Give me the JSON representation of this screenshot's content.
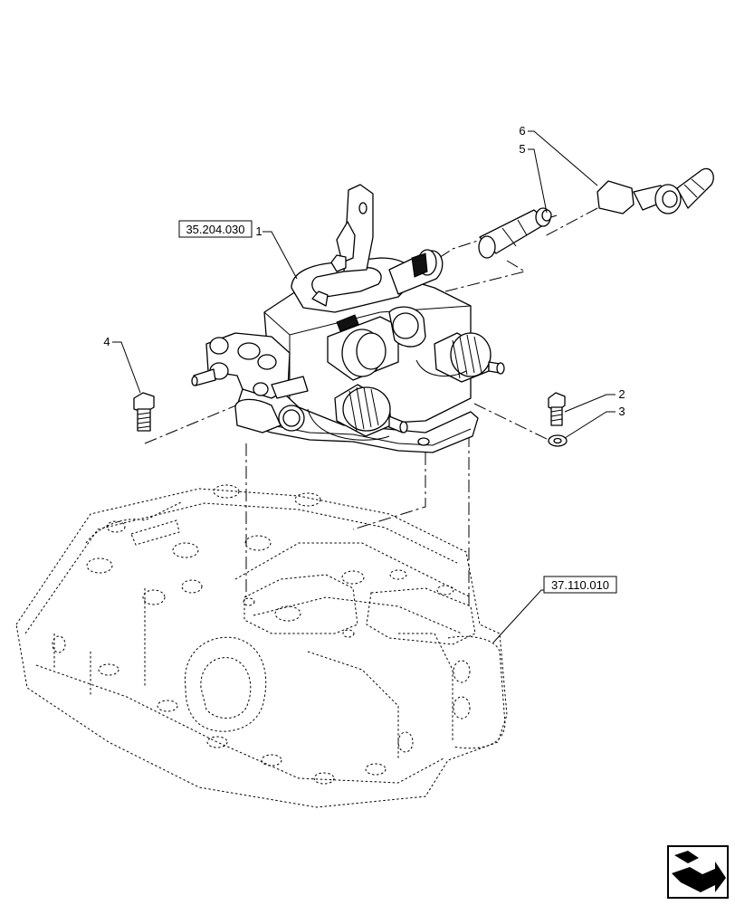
{
  "references": {
    "valve_ref": "35.204.030",
    "housing_ref": "37.110.010"
  },
  "callouts": [
    {
      "id": "1",
      "label": "1"
    },
    {
      "id": "2",
      "label": "2"
    },
    {
      "id": "3",
      "label": "3"
    },
    {
      "id": "4",
      "label": "4"
    },
    {
      "id": "5",
      "label": "5"
    },
    {
      "id": "6",
      "label": "6"
    }
  ],
  "icons": {
    "nav": "next-page-arrow-icon"
  }
}
